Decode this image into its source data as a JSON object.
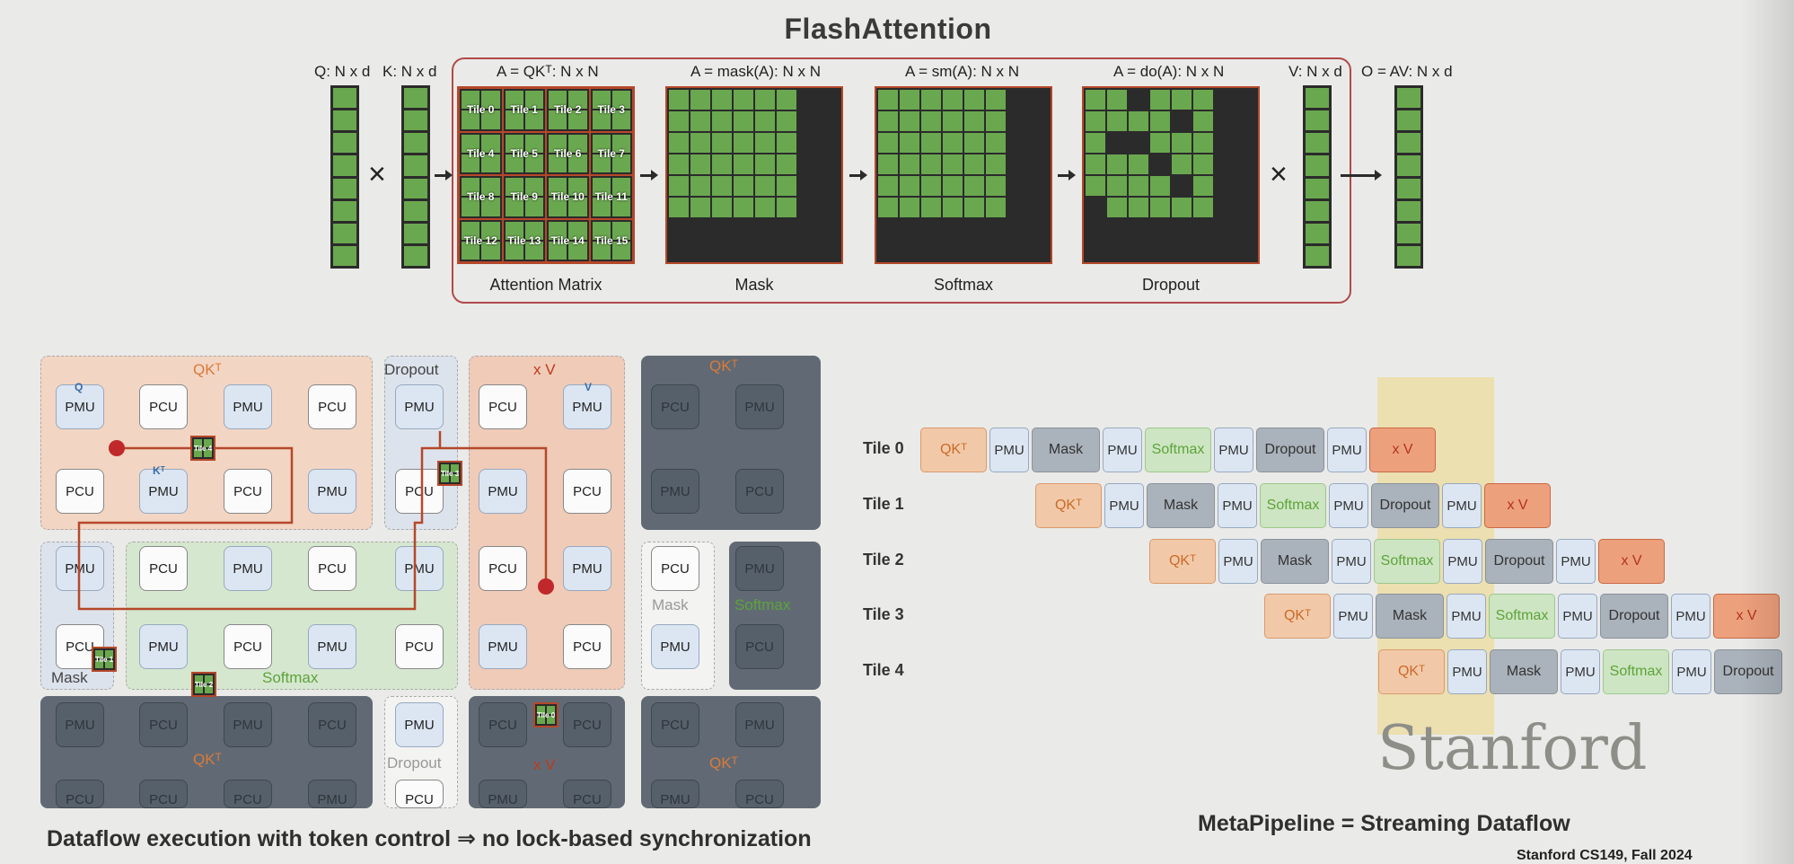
{
  "title": "FlashAttention",
  "top": {
    "labels": {
      "q": "Q: N x d",
      "k": "K: N x d",
      "a_qk": "A = QKᵀ: N x N",
      "a_mask": "A = mask(A): N x N",
      "a_sm": "A = sm(A): N x N",
      "a_do": "A = do(A): N x N",
      "v": "V: N x d",
      "o": "O = AV: N x d"
    },
    "times_symbol": "×",
    "captions": [
      "Attention Matrix",
      "Mask",
      "Softmax",
      "Dropout"
    ],
    "tiles": [
      "Tile 0",
      "Tile 1",
      "Tile 2",
      "Tile 3",
      "Tile 4",
      "Tile 5",
      "Tile 6",
      "Tile 7",
      "Tile 8",
      "Tile 9",
      "Tile 10",
      "Tile 11",
      "Tile 12",
      "Tile 13",
      "Tile 14",
      "Tile 15"
    ]
  },
  "dataflow": {
    "regions": {
      "qk": "QKᵀ",
      "dropout": "Dropout",
      "xv": "x V",
      "qk_dark": "QKᵀ",
      "mask": "Mask",
      "softmax": "Softmax",
      "mask_white": "Mask",
      "softmax_dark": "Softmax",
      "qk_bottom": "QKᵀ",
      "dropout_bottom": "Dropout",
      "xv_bottom": "x V",
      "qk_bottom_right": "QKᵀ"
    },
    "unit_pmu": "PMU",
    "unit_pcu": "PCU",
    "small_q": "Q",
    "small_k": "Kᵀ",
    "small_v": "V",
    "tokens": [
      "Tile 4",
      "Tile 3",
      "Tile 1",
      "Tile 2",
      "Tile 0"
    ],
    "caption": "Dataflow execution with token control ⇒ no lock-based synchronization"
  },
  "pipeline": {
    "rows": [
      {
        "label": "Tile 0",
        "stages": [
          "QKᵀ",
          "PMU",
          "Mask",
          "PMU",
          "Softmax",
          "PMU",
          "Dropout",
          "PMU",
          "x V"
        ]
      },
      {
        "label": "Tile 1",
        "stages": [
          "QKᵀ",
          "PMU",
          "Mask",
          "PMU",
          "Softmax",
          "PMU",
          "Dropout",
          "PMU",
          "x V"
        ]
      },
      {
        "label": "Tile 2",
        "stages": [
          "QKᵀ",
          "PMU",
          "Mask",
          "PMU",
          "Softmax",
          "PMU",
          "Dropout",
          "PMU",
          "x V"
        ]
      },
      {
        "label": "Tile 3",
        "stages": [
          "QKᵀ",
          "PMU",
          "Mask",
          "PMU",
          "Softmax",
          "PMU",
          "Dropout",
          "PMU",
          "x V"
        ]
      },
      {
        "label": "Tile 4",
        "stages": [
          "QKᵀ",
          "PMU",
          "Mask",
          "PMU",
          "Softmax",
          "PMU",
          "Dropout"
        ]
      }
    ],
    "caption": "MetaPipeline = Streaming Dataflow"
  },
  "brand": {
    "stanford": "Stanford",
    "course": "Stanford CS149, Fall 2024"
  },
  "colors": {
    "green": "#6aa84f",
    "dark": "#2b2b2b",
    "tile_border": "#b5482a",
    "frame": "#b04a4a",
    "token_line": "#b5482a",
    "token_dot": "#c0282a"
  }
}
